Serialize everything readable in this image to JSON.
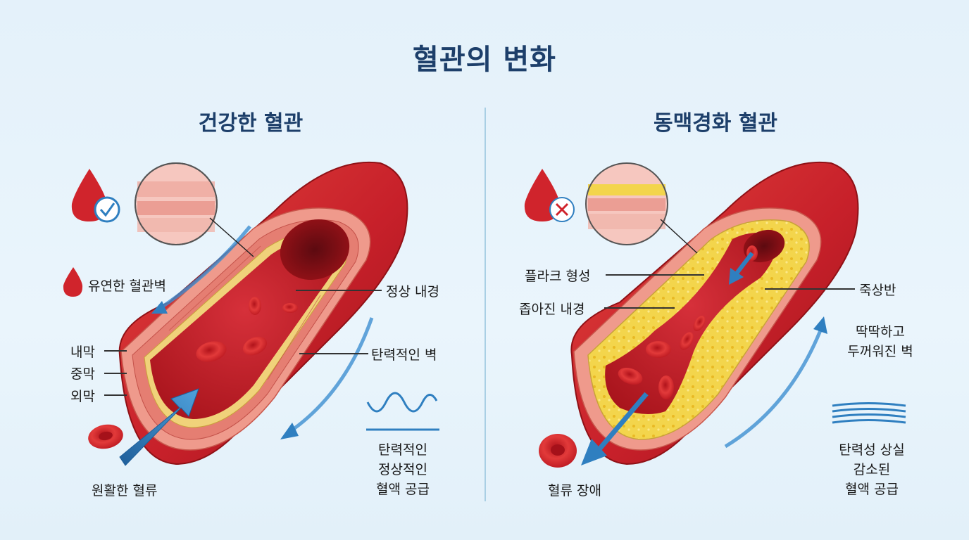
{
  "title": "혈관의 변화",
  "healthy": {
    "heading": "건강한 혈관",
    "flexible_wall": "유연한 혈관벽",
    "normal_lumen": "정상 내경",
    "elastic_wall": "탄력적인 벽",
    "intima": "내막",
    "media": "중막",
    "adventitia": "외막",
    "smooth_flow": "원활한 혈류",
    "summary": [
      "탄력적인",
      "정상적인",
      "혈액 공급"
    ]
  },
  "diseased": {
    "heading": "동맥경화 혈관",
    "plaque": "플라크 형성",
    "narrowed_lumen": "좁아진 내경",
    "atheroma": "죽상반",
    "stiff_wall": [
      "딱딱하고",
      "두꺼워진 벽"
    ],
    "flow_obstruction": "혈류 장애",
    "summary": [
      "탄력성 상실",
      "감소된",
      "혈액 공급"
    ]
  },
  "colors": {
    "title": "#1d3f6a",
    "vessel_red": "#c8202a",
    "plaque_yellow": "#f2d64a",
    "arrow_blue": "#2f7fc0"
  }
}
